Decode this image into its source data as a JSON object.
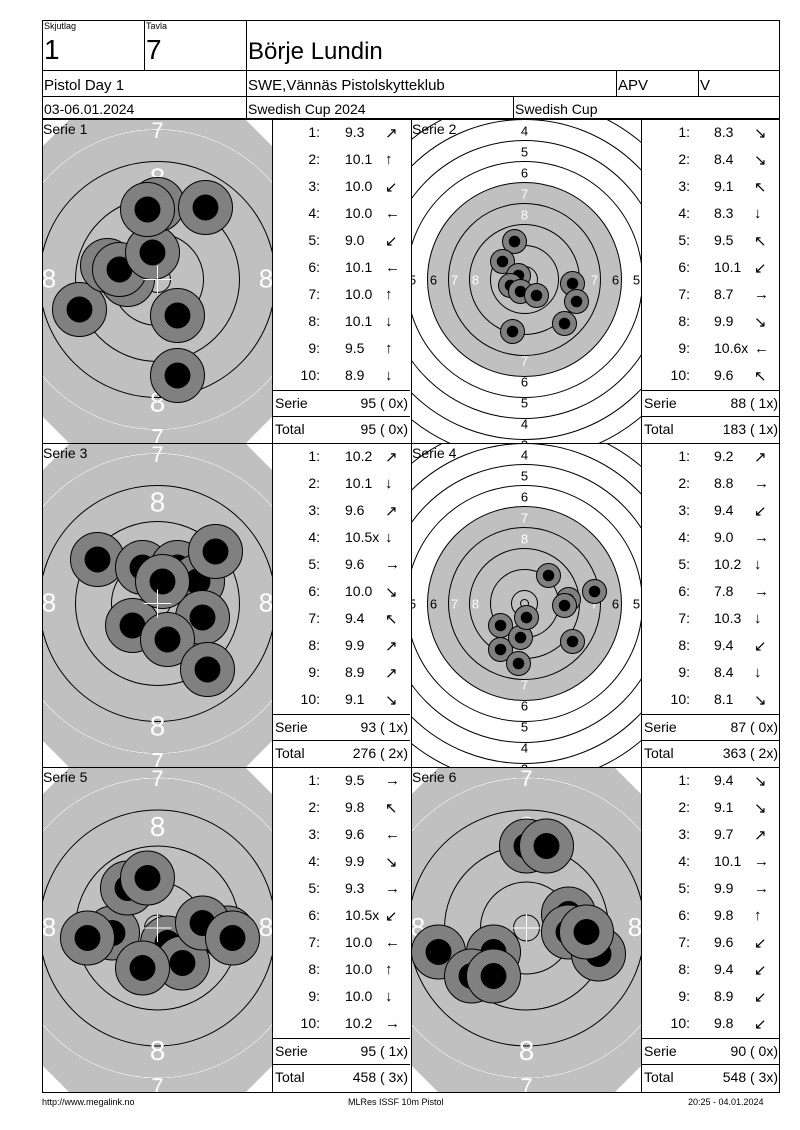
{
  "header": {
    "skjutlag_label": "Skjutlag",
    "skjutlag": "1",
    "tavla_label": "Tavla",
    "tavla": "7",
    "shooter_name": "Börje Lundin",
    "event": "Pistol Day 1",
    "club": "SWE,Vännäs Pistolskytteklub",
    "class1": "APV",
    "class2": "V",
    "dates": "03-06.01.2024",
    "competition": "Swedish Cup 2024",
    "cup": "Swedish Cup"
  },
  "footer": {
    "url": "http://www.megalink.no",
    "system": "MLRes ISSF 10m Pistol",
    "printed": "20:25 - 04.01.2024"
  },
  "series": [
    {
      "label": "Serie 1",
      "view": "zoom",
      "shots": [
        {
          "no": "1:",
          "value": "9.3",
          "arrow": "↗"
        },
        {
          "no": "2:",
          "value": "10.1",
          "arrow": "↑"
        },
        {
          "no": "3:",
          "value": "10.0",
          "arrow": "↙"
        },
        {
          "no": "4:",
          "value": "10.0",
          "arrow": "←"
        },
        {
          "no": "5:",
          "value": "9.0",
          "arrow": "↙"
        },
        {
          "no": "6:",
          "value": "10.1",
          "arrow": "←"
        },
        {
          "no": "7:",
          "value": "10.0",
          "arrow": "↑"
        },
        {
          "no": "8:",
          "value": "10.1",
          "arrow": "↓"
        },
        {
          "no": "9:",
          "value": "9.5",
          "arrow": "↑"
        },
        {
          "no": "10:",
          "value": "8.9",
          "arrow": "↓"
        }
      ],
      "serie_label": "Serie",
      "serie_value": "95 ( 0x)",
      "total_label": "Total",
      "total_value": "95 ( 0x)"
    },
    {
      "label": "Serie 2",
      "view": "full",
      "shots": [
        {
          "no": "1:",
          "value": "8.3",
          "arrow": "↘"
        },
        {
          "no": "2:",
          "value": "8.4",
          "arrow": "↘"
        },
        {
          "no": "3:",
          "value": "9.1",
          "arrow": "↖"
        },
        {
          "no": "4:",
          "value": "8.3",
          "arrow": "↓"
        },
        {
          "no": "5:",
          "value": "9.5",
          "arrow": "↖"
        },
        {
          "no": "6:",
          "value": "10.1",
          "arrow": "↙"
        },
        {
          "no": "7:",
          "value": "8.7",
          "arrow": "→"
        },
        {
          "no": "8:",
          "value": "9.9",
          "arrow": "↘"
        },
        {
          "no": "9:",
          "value": "10.6x",
          "arrow": "←"
        },
        {
          "no": "10:",
          "value": "9.6",
          "arrow": "↖"
        }
      ],
      "serie_label": "Serie",
      "serie_value": "88 ( 1x)",
      "total_label": "Total",
      "total_value": "183 ( 1x)"
    },
    {
      "label": "Serie 3",
      "view": "zoom",
      "shots": [
        {
          "no": "1:",
          "value": "10.2",
          "arrow": "↗"
        },
        {
          "no": "2:",
          "value": "10.1",
          "arrow": "↓"
        },
        {
          "no": "3:",
          "value": "9.6",
          "arrow": "↗"
        },
        {
          "no": "4:",
          "value": "10.5x",
          "arrow": "↓"
        },
        {
          "no": "5:",
          "value": "9.6",
          "arrow": "→"
        },
        {
          "no": "6:",
          "value": "10.0",
          "arrow": "↘"
        },
        {
          "no": "7:",
          "value": "9.4",
          "arrow": "↖"
        },
        {
          "no": "8:",
          "value": "9.9",
          "arrow": "↗"
        },
        {
          "no": "9:",
          "value": "8.9",
          "arrow": "↗"
        },
        {
          "no": "10:",
          "value": "9.1",
          "arrow": "↘"
        }
      ],
      "serie_label": "Serie",
      "serie_value": "93 ( 1x)",
      "total_label": "Total",
      "total_value": "276 ( 2x)"
    },
    {
      "label": "Serie 4",
      "view": "full",
      "shots": [
        {
          "no": "1:",
          "value": "9.2",
          "arrow": "↗"
        },
        {
          "no": "2:",
          "value": "8.8",
          "arrow": "→"
        },
        {
          "no": "3:",
          "value": "9.4",
          "arrow": "↙"
        },
        {
          "no": "4:",
          "value": "9.0",
          "arrow": "→"
        },
        {
          "no": "5:",
          "value": "10.2",
          "arrow": "↓"
        },
        {
          "no": "6:",
          "value": "7.8",
          "arrow": "→"
        },
        {
          "no": "7:",
          "value": "10.3",
          "arrow": "↓"
        },
        {
          "no": "8:",
          "value": "9.4",
          "arrow": "↙"
        },
        {
          "no": "9:",
          "value": "8.4",
          "arrow": "↓"
        },
        {
          "no": "10:",
          "value": "8.1",
          "arrow": "↘"
        }
      ],
      "serie_label": "Serie",
      "serie_value": "87 ( 0x)",
      "total_label": "Total",
      "total_value": "363 ( 2x)"
    },
    {
      "label": "Serie 5",
      "view": "zoom",
      "shots": [
        {
          "no": "1:",
          "value": "9.5",
          "arrow": "→"
        },
        {
          "no": "2:",
          "value": "9.8",
          "arrow": "↖"
        },
        {
          "no": "3:",
          "value": "9.6",
          "arrow": "←"
        },
        {
          "no": "4:",
          "value": "9.9",
          "arrow": "↘"
        },
        {
          "no": "5:",
          "value": "9.3",
          "arrow": "→"
        },
        {
          "no": "6:",
          "value": "10.5x",
          "arrow": "↙"
        },
        {
          "no": "7:",
          "value": "10.0",
          "arrow": "←"
        },
        {
          "no": "8:",
          "value": "10.0",
          "arrow": "↑"
        },
        {
          "no": "9:",
          "value": "10.0",
          "arrow": "↓"
        },
        {
          "no": "10:",
          "value": "10.2",
          "arrow": "→"
        }
      ],
      "serie_label": "Serie",
      "serie_value": "95 ( 1x)",
      "total_label": "Total",
      "total_value": "458 ( 3x)"
    },
    {
      "label": "Serie 6",
      "view": "zoom",
      "shots": [
        {
          "no": "1:",
          "value": "9.4",
          "arrow": "↘"
        },
        {
          "no": "2:",
          "value": "9.1",
          "arrow": "↘"
        },
        {
          "no": "3:",
          "value": "9.7",
          "arrow": "↗"
        },
        {
          "no": "4:",
          "value": "10.1",
          "arrow": "→"
        },
        {
          "no": "5:",
          "value": "9.9",
          "arrow": "→"
        },
        {
          "no": "6:",
          "value": "9.8",
          "arrow": "↑"
        },
        {
          "no": "7:",
          "value": "9.6",
          "arrow": "↙"
        },
        {
          "no": "8:",
          "value": "9.4",
          "arrow": "↙"
        },
        {
          "no": "9:",
          "value": "8.9",
          "arrow": "↙"
        },
        {
          "no": "10:",
          "value": "9.8",
          "arrow": "↙"
        }
      ],
      "serie_label": "Serie",
      "serie_value": "90 ( 0x)",
      "total_label": "Total",
      "total_value": "548 ( 3x)"
    }
  ]
}
